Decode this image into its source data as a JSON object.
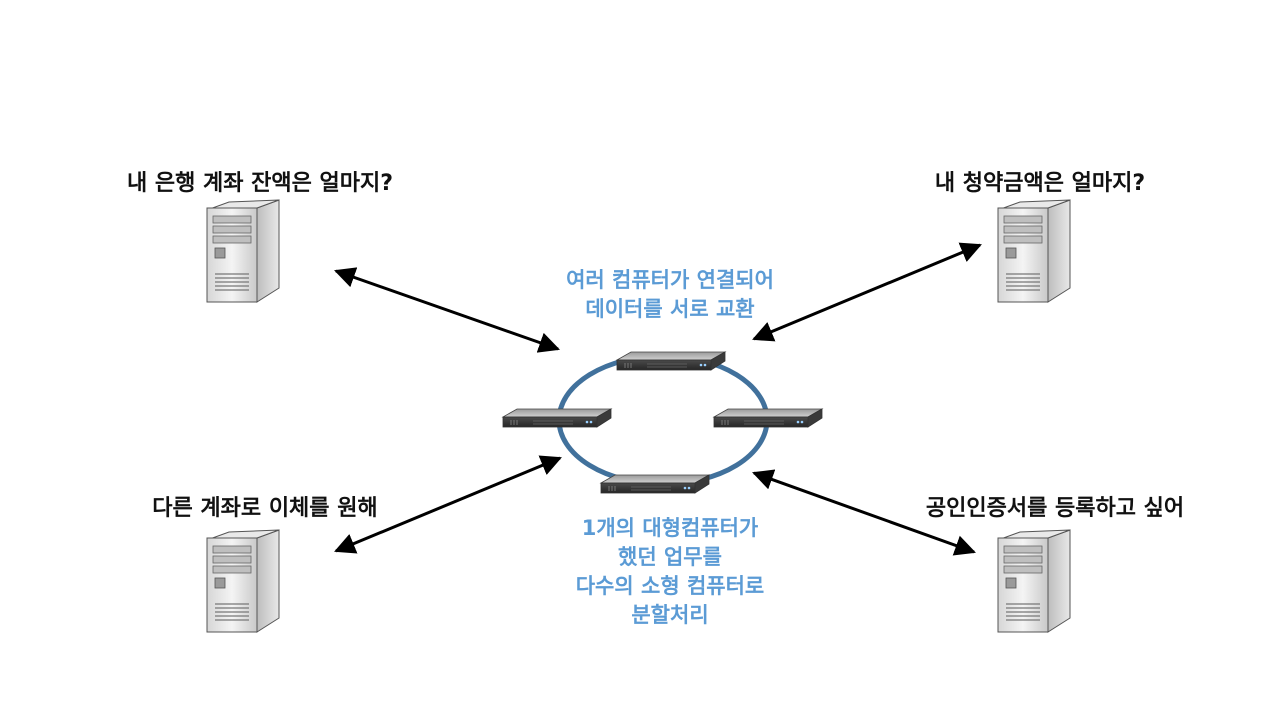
{
  "labels": {
    "top_left": "내 은행 계좌 잔액은 얼마지?",
    "top_right": "내 청약금액은 얼마지?",
    "bottom_left": "다른 계좌로 이체를 원해",
    "bottom_right": "공인인증서를 등록하고 싶어"
  },
  "center_top": {
    "line1": "여러 컴퓨터가 연결되어",
    "line2": "데이터를 서로 교환"
  },
  "center_bottom": {
    "line1": "1개의 대형컴퓨터가",
    "line2": "했던 업무를",
    "line3": "다수의 소형 컴퓨터로",
    "line4": "분할처리"
  },
  "colors": {
    "ring": "#41719c",
    "accent_text": "#5b9bd5",
    "arrow": "#000000"
  },
  "icons": [
    "tower-server-icon",
    "rack-server-icon"
  ]
}
